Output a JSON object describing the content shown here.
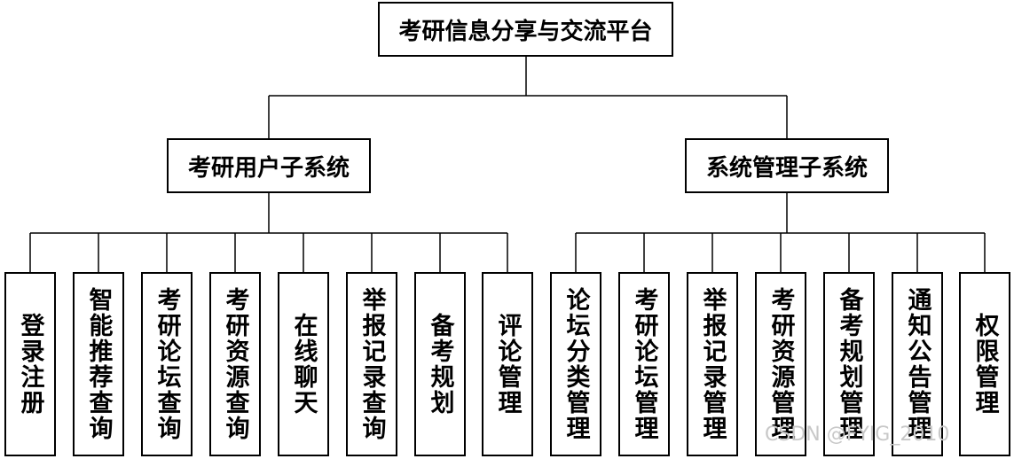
{
  "root": "考研信息分享与交流平台",
  "subsystems": [
    {
      "title": "考研用户子系统",
      "modules": [
        "登录注册",
        "智能推荐查询",
        "考研论坛查询",
        "考研资源查询",
        "在线聊天",
        "举报记录查询",
        "备考规划",
        "评论管理"
      ]
    },
    {
      "title": "系统管理子系统",
      "modules": [
        "论坛分类管理",
        "考研论坛管理",
        "举报记录管理",
        "考研资源管理",
        "备考规划管理",
        "通知公告管理",
        "权限管理"
      ]
    }
  ],
  "watermark": "CSDN @FYIG_2010"
}
